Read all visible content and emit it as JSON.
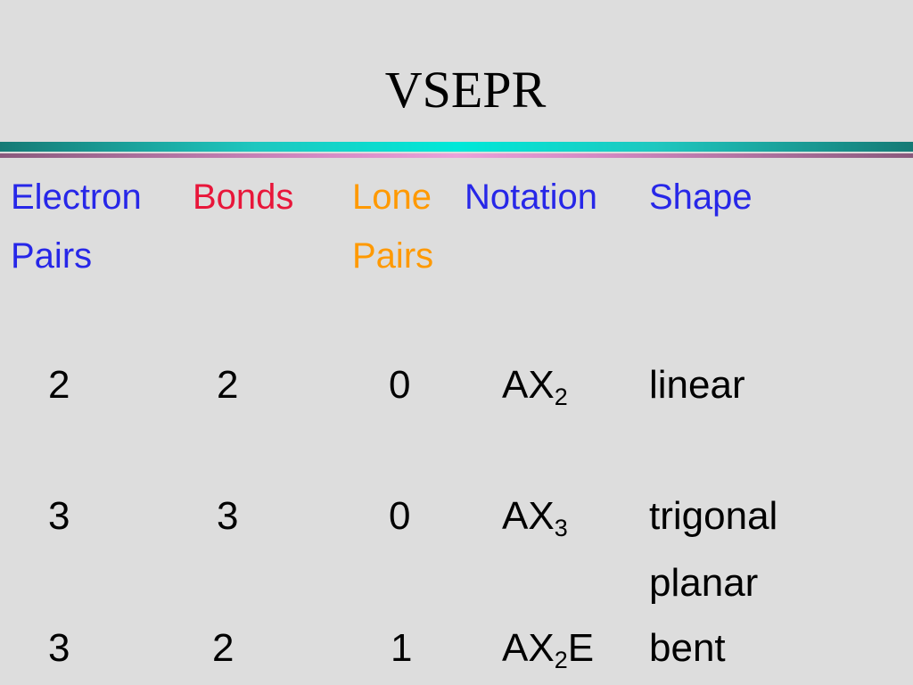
{
  "title": "VSEPR",
  "colors": {
    "electron_pairs": "#2727e8",
    "bonds": "#e8163a",
    "lone_pairs": "#ff9900",
    "notation": "#2727e8",
    "shape": "#2727e8",
    "background": "#dddddd"
  },
  "headers": {
    "electron_pairs": [
      "Electron",
      "Pairs"
    ],
    "bonds": "Bonds",
    "lone_pairs": [
      "Lone",
      "Pairs"
    ],
    "notation": "Notation",
    "shape": "Shape"
  },
  "rows": [
    {
      "electron_pairs": "2",
      "bonds": "2",
      "lone_pairs": "0",
      "notation": {
        "base": "AX",
        "sub": "2",
        "suffix": ""
      },
      "shape": [
        "linear"
      ]
    },
    {
      "electron_pairs": "3",
      "bonds": "3",
      "lone_pairs": "0",
      "notation": {
        "base": "AX",
        "sub": "3",
        "suffix": ""
      },
      "shape": [
        "trigonal",
        "planar"
      ]
    },
    {
      "electron_pairs": "3",
      "bonds": "2",
      "lone_pairs": "1",
      "notation": {
        "base": "AX",
        "sub": "2",
        "suffix": "E"
      },
      "shape": [
        "bent"
      ]
    }
  ]
}
